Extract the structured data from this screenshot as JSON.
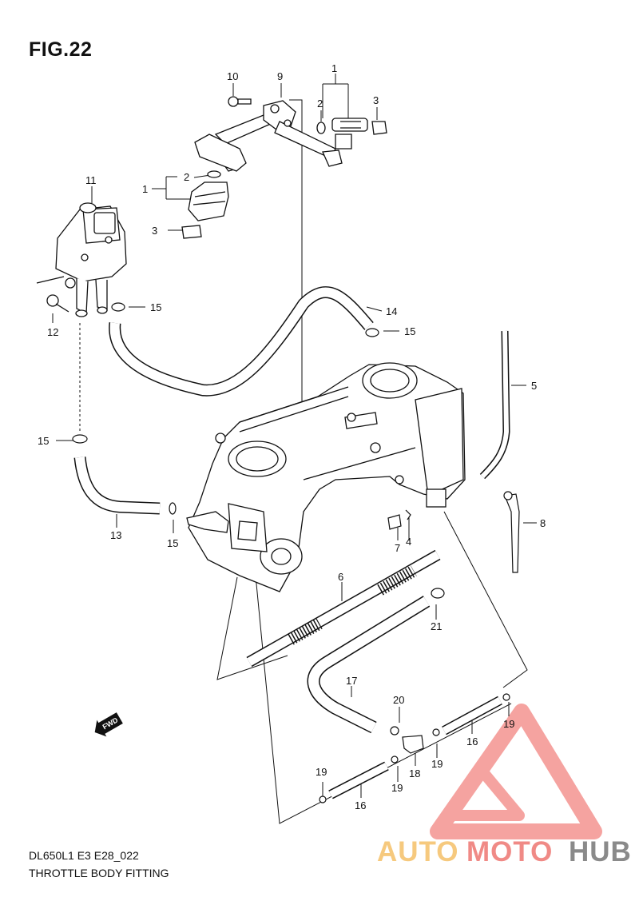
{
  "figure": {
    "title": "FIG.22",
    "model_code": "DL650L1 E3 E28_022",
    "caption": "THROTTLE BODY FITTING"
  },
  "watermark": {
    "part_a": "AUTO",
    "part_b": "MOTO",
    "part_c": "HUB",
    "colors": {
      "auto": "#f6c97e",
      "moto": "#f08a86",
      "hub": "#8a8a8a",
      "triangle": "#f5a3a0"
    }
  },
  "direction_marker": {
    "label": "FWD"
  },
  "callouts": {
    "c1a": "1",
    "c1b": "1",
    "c2a": "2",
    "c2b": "2",
    "c3a": "3",
    "c3b": "3",
    "c4": "4",
    "c5": "5",
    "c6": "6",
    "c7": "7",
    "c8": "8",
    "c9": "9",
    "c10": "10",
    "c11": "11",
    "c12": "12",
    "c13": "13",
    "c14": "14",
    "c15a": "15",
    "c15b": "15",
    "c15c": "15",
    "c15d": "15",
    "c16a": "16",
    "c16b": "16",
    "c17": "17",
    "c18": "18",
    "c19a": "19",
    "c19b": "19",
    "c19c": "19",
    "c19d": "19",
    "c20": "20",
    "c21": "21"
  }
}
